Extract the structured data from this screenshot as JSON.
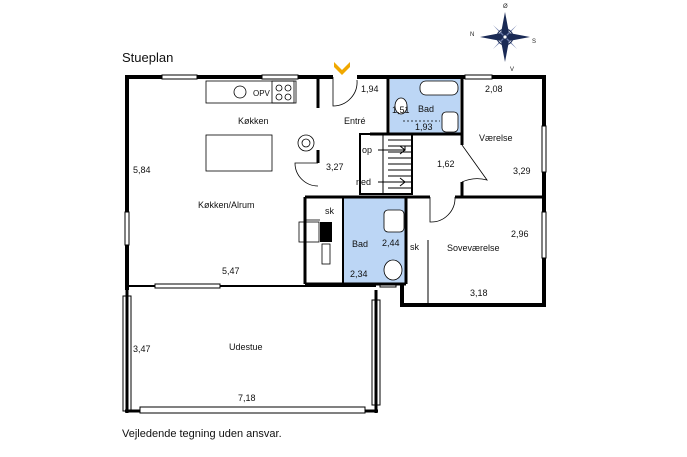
{
  "title": "Stueplan",
  "disclaimer": "Vejledende tegning uden ansvar.",
  "compass": {
    "north": "Ø",
    "west": "N",
    "east": "S",
    "south": "V"
  },
  "rooms": {
    "kitchen": "Køkken",
    "kitchen_living": "Køkken/Alrum",
    "entrance": "Entré",
    "bath_upper": "Bad",
    "room": "Værelse",
    "bath_lower": "Bad",
    "bedroom": "Soveværelse",
    "sunroom": "Udestue"
  },
  "appliance_labels": {
    "oven": "OPV"
  },
  "stairs": {
    "up": "op",
    "down": "ned"
  },
  "closets": {
    "sk1": "sk",
    "sk2": "sk"
  },
  "dimensions": {
    "entrance_w": "1,94",
    "bath_upper_a": "1,51",
    "bath_upper_b": "1,93",
    "room_w": "2,08",
    "room_h": "3,29",
    "kitchen_h": "5,84",
    "entrance_h": "3,27",
    "hall": "1,62",
    "kitchen_w": "5,47",
    "bath_lower_h": "2,44",
    "bath_lower_w": "2,34",
    "bedroom_h": "2,96",
    "bedroom_w": "3,18",
    "sunroom_h": "3,47",
    "sunroom_w": "7,18"
  },
  "colors": {
    "wall": "#000000",
    "bath_fill": "#bcd6f5",
    "entry_arrow": "#f0a800"
  }
}
